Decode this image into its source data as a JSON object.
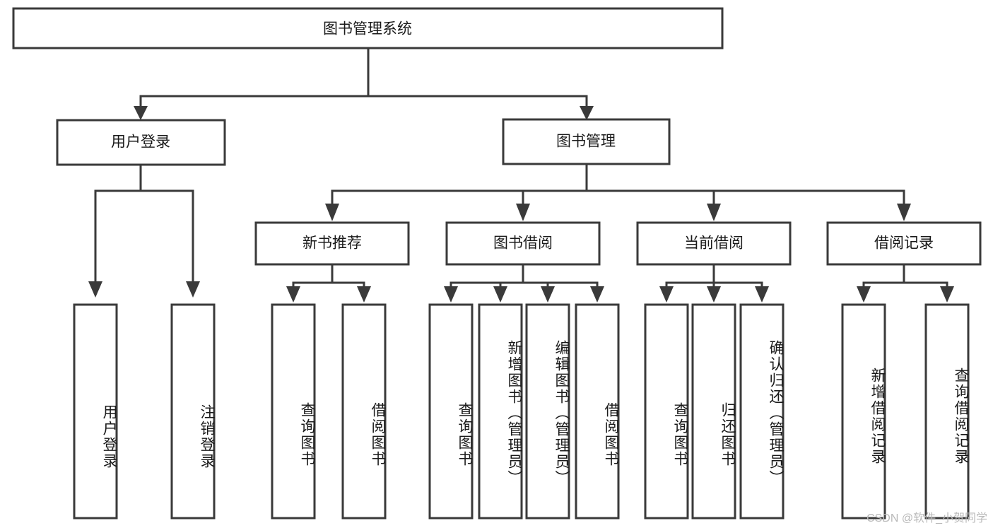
{
  "diagram": {
    "type": "tree-hierarchy",
    "title": "图书管理系统",
    "root": {
      "label": "图书管理系统"
    },
    "level2": [
      {
        "label": "用户登录"
      },
      {
        "label": "图书管理"
      }
    ],
    "level3": [
      {
        "label": "新书推荐"
      },
      {
        "label": "图书借阅"
      },
      {
        "label": "当前借阅"
      },
      {
        "label": "借阅记录"
      }
    ],
    "leaves": {
      "user_login": [
        {
          "label": "用户登录"
        },
        {
          "label": "注销登录"
        }
      ],
      "new_book_recommend": [
        {
          "label": "查询图书"
        },
        {
          "label": "借阅图书"
        }
      ],
      "book_borrow": [
        {
          "label": "查询图书"
        },
        {
          "label": "新增图书（管理员）"
        },
        {
          "label": "编辑图书（管理员）"
        },
        {
          "label": "借阅图书"
        }
      ],
      "current_borrow": [
        {
          "label": "查询图书"
        },
        {
          "label": "归还图书"
        },
        {
          "label": "确认归还（管理员）"
        }
      ],
      "borrow_record": [
        {
          "label": "新增借阅记录"
        },
        {
          "label": "查询借阅记录"
        }
      ]
    }
  },
  "watermark": {
    "text": "CSDN @软件_小贺同学"
  },
  "colors": {
    "stroke": "#3a3a3a",
    "text": "#1a1a1a",
    "background": "#ffffff",
    "watermark": "#b9b9b9"
  }
}
